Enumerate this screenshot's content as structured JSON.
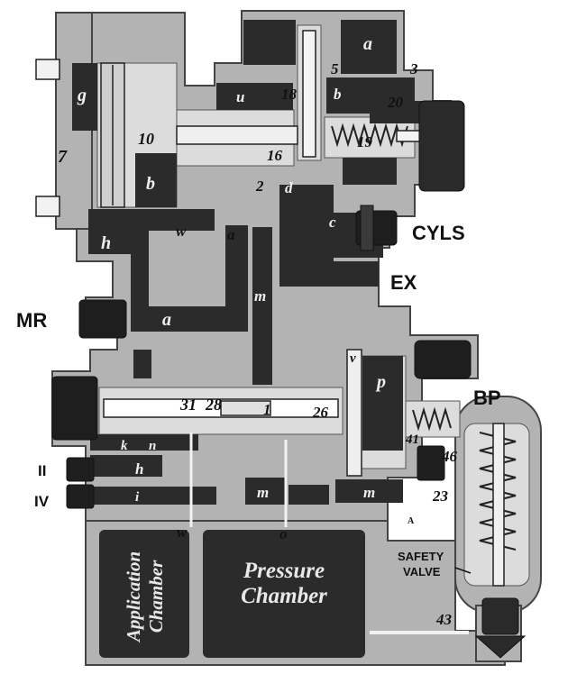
{
  "external_labels": {
    "cyls": "CYLS",
    "ex": "EX",
    "mr": "MR",
    "bp": "BP",
    "port_ii": "II",
    "port_iv": "IV",
    "safety_valve_line1": "SAFETY",
    "safety_valve_line2": "VALVE"
  },
  "chambers": {
    "application_line1": "Application",
    "application_line2": "Chamber",
    "pressure_line1": "Pressure",
    "pressure_line2": "Chamber"
  },
  "part_labels": {
    "g": "g",
    "seven": "7",
    "ten": "10",
    "b_left": "b",
    "w_upper": "w",
    "a_upper_left": "a",
    "h": "h",
    "a_mid": "a",
    "m_vert": "m",
    "a_top": "a",
    "five": "5",
    "three": "3",
    "u": "u",
    "eighteen": "18",
    "b_top": "b",
    "twenty": "20",
    "nineteen": "19",
    "sixteen": "16",
    "two": "2",
    "d": "d",
    "c": "c",
    "thirty_one": "31",
    "twenty_eight": "28",
    "one": "1",
    "twenty_six": "26",
    "v": "v",
    "p": "p",
    "forty_one": "41",
    "forty_six": "46",
    "twenty_three": "23",
    "k": "k",
    "n": "n",
    "h_lower": "h",
    "i": "i",
    "m_lower": "m",
    "m_right": "m",
    "w_lower": "w",
    "o": "o",
    "forty_three": "43",
    "cap_a": "A"
  },
  "colors": {
    "body_fill": "#b3b3b3",
    "passage": "#2b2b2b",
    "bore": "#dcdcdc",
    "ink": "#111111"
  }
}
